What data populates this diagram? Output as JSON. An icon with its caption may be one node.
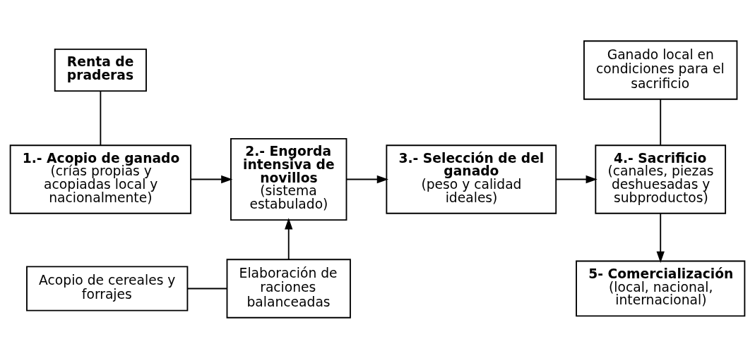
{
  "diagram": {
    "nodes": [
      {
        "text": [
          "Renta de praderas"
        ]
      },
      {
        "text": [
          "1.- Acopio de ganado",
          "(crías propias y acopiadas local y nacionalmente)"
        ]
      },
      {
        "text": [
          "2.- Engorda intensiva de novillos",
          "(sistema estabulado)"
        ]
      },
      {
        "text": [
          "3.- Selección de del ganado",
          "(peso y calidad ideales)"
        ]
      },
      {
        "text": [
          "Ganado local en condiciones para el sacrificio"
        ]
      },
      {
        "text": [
          "4.- Sacrificio",
          "(canales, piezas deshuesadas y subproductos)"
        ]
      },
      {
        "text": [
          "5- Comercialización",
          "(local, nacional, internacional)"
        ]
      },
      {
        "text": [
          "Acopio de cereales y forrajes"
        ]
      },
      {
        "text": [
          "Elaboración de raciones balanceadas"
        ]
      }
    ],
    "edges": [
      {
        "from": 0,
        "to": 1,
        "arrow": "none"
      },
      {
        "from": 1,
        "to": 2,
        "arrow": "to"
      },
      {
        "from": 2,
        "to": 3,
        "arrow": "to"
      },
      {
        "from": 3,
        "to": 5,
        "arrow": "to"
      },
      {
        "from": 4,
        "to": 5,
        "arrow": "none"
      },
      {
        "from": 5,
        "to": 6,
        "arrow": "to"
      },
      {
        "from": 7,
        "to": 8,
        "arrow": "none"
      },
      {
        "from": 8,
        "to": 2,
        "arrow": "to"
      }
    ]
  }
}
